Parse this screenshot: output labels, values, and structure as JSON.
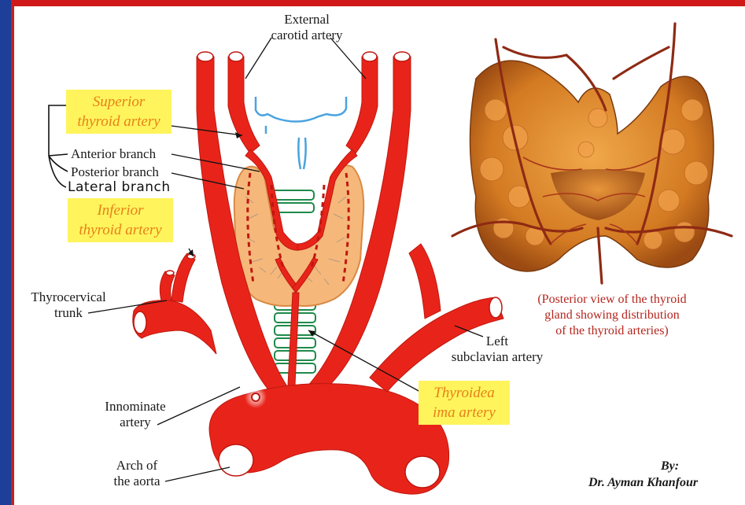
{
  "labels": {
    "external_carotid": "External\ncarotid artery",
    "superior_thyroid": "Superior\nthyroid artery",
    "anterior_branch": "Anterior branch",
    "posterior_branch": "Posterior branch",
    "lateral_branch": "Lateral branch",
    "inferior_thyroid": "Inferior\nthyroid artery",
    "thyrocervical": "Thyrocervical\ntrunk",
    "left_subclavian": "Left\nsubclavian artery",
    "innominate": "Innominate\nartery",
    "arch_aorta": "Arch of\nthe aorta",
    "thyroidea_ima": "Thyroidea\nima artery",
    "posterior_caption": "(Posterior view of the thyroid\ngland showing distribution\nof the thyroid arteries)",
    "by": "By:",
    "author": "Dr. Ayman Khanfour"
  },
  "colors": {
    "artery": "#e8241a",
    "gland": "#f5b87a",
    "highlight": "#fff45c",
    "highlight_text": "#e8801a",
    "caption": "#b3261e"
  }
}
